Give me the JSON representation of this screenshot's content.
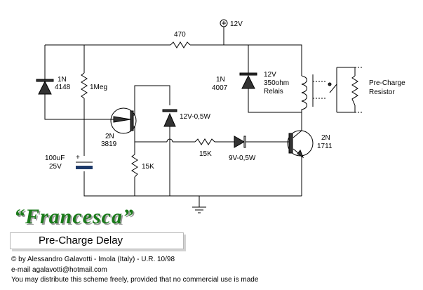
{
  "supply": {
    "voltage": "12V"
  },
  "resistors": {
    "r470": "470",
    "r1meg": "1Meg",
    "r15k_vertical": "15K",
    "r15k_horizontal": "15K"
  },
  "diodes": {
    "d1n4148": {
      "part": "1N",
      "number": "4148"
    },
    "d1n4007": {
      "part": "1N",
      "number": "4007"
    }
  },
  "zeners": {
    "z12v": "12V-0,5W",
    "z9v": "9V-0,5W"
  },
  "relay": {
    "voltage": "12V",
    "coil": "350ohm",
    "name": "Relais"
  },
  "capacitor": {
    "value": "100uF",
    "voltage": "25V",
    "polarity": "+"
  },
  "ujt": {
    "part": "2N",
    "number": "3819"
  },
  "transistor": {
    "part": "2N",
    "number": "1711"
  },
  "load": {
    "line1": "Pre-Charge",
    "line2": "Resistor"
  },
  "logo": "“Francesca”",
  "title": "Pre-Charge Delay",
  "credit": {
    "copyright_symbol": "©",
    "author": "by Alessandro Galavotti - Imola (Italy) - U.R. 10/98",
    "email": "e-mail agalavotti@hotmail.com",
    "license": "You may distribute this scheme freely, provided that no commercial use is made"
  }
}
